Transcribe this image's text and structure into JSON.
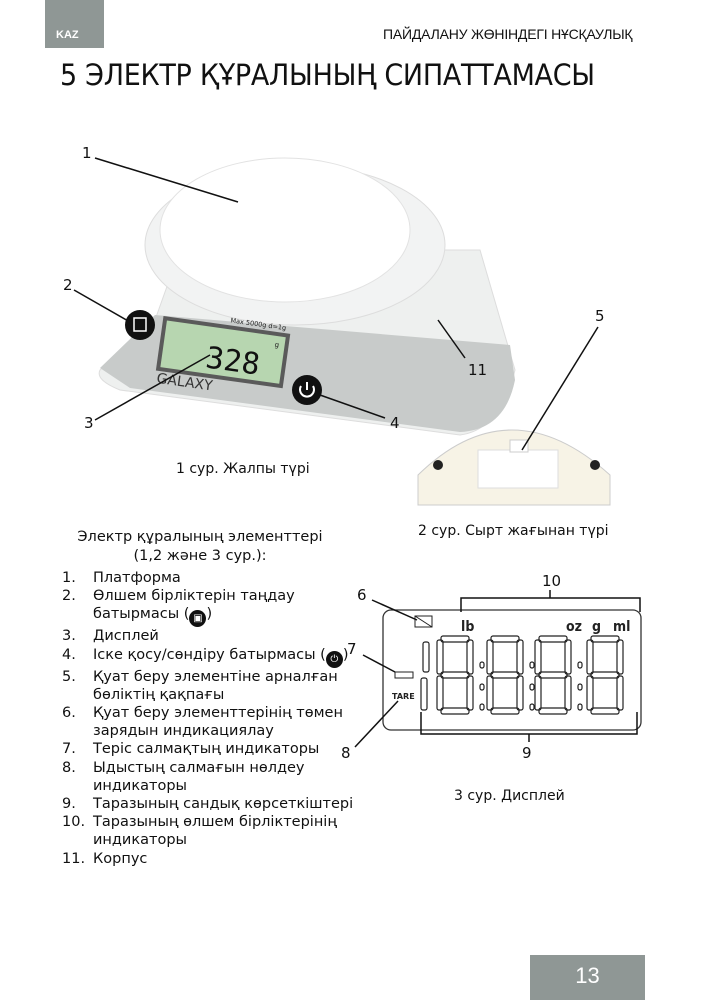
{
  "header": {
    "lang": "KAZ",
    "doc_title": "ПАЙДАЛАНУ ЖӨНІНДЕГІ НҰСҚАУЛЫҚ"
  },
  "title": "5 ЭЛЕКТР ҚҰРАЛЫНЫҢ СИПАТТАМАСЫ",
  "figure1": {
    "caption": "1 сур. Жалпы түрі",
    "brand": "GALAXY",
    "lcd_value": "328",
    "lcd_unit": "g",
    "spec": "Max 5000g d=1g",
    "callouts": [
      "1",
      "2",
      "3",
      "4",
      "11"
    ]
  },
  "figure2": {
    "caption": "2 сур. Сырт жағынан түрі",
    "callouts": [
      "5"
    ]
  },
  "figure3": {
    "caption": "3 сур. Дисплей",
    "units": [
      "lb",
      "oz",
      "g",
      "ml"
    ],
    "tare": "TARE",
    "callouts": [
      "6",
      "7",
      "8",
      "9",
      "10"
    ]
  },
  "elements": {
    "heading_line1": "Электр құралының элементтері",
    "heading_line2": "(1,2 және 3 сур.):",
    "items": [
      {
        "n": "1.",
        "text": "Платформа"
      },
      {
        "n": "2.",
        "text": "Өлшем бірліктерін таңдау батырмасы (",
        "icon": "unit-button-icon",
        "after": ")"
      },
      {
        "n": "3.",
        "text": "Дисплей"
      },
      {
        "n": "4.",
        "text": "Іске қосу/сөндіру батырмасы (",
        "icon": "power-button-icon",
        "after": ")"
      },
      {
        "n": "5.",
        "text": "Қуат беру элементіне арналған бөліктің қақпағы"
      },
      {
        "n": "6.",
        "text": "Қуат беру элементтерінің төмен зарядын индикациялау"
      },
      {
        "n": "7.",
        "text": "Теріс салмақтың индикаторы"
      },
      {
        "n": "8.",
        "text": "Ыдыстың салмағын нөлдеу индикаторы"
      },
      {
        "n": "9.",
        "text": "Таразының сандық көрсеткіштері"
      },
      {
        "n": "10.",
        "text": "Таразының өлшем бірліктерінің индикаторы"
      },
      {
        "n": "11.",
        "text": "Корпус"
      }
    ]
  },
  "page_number": "13"
}
